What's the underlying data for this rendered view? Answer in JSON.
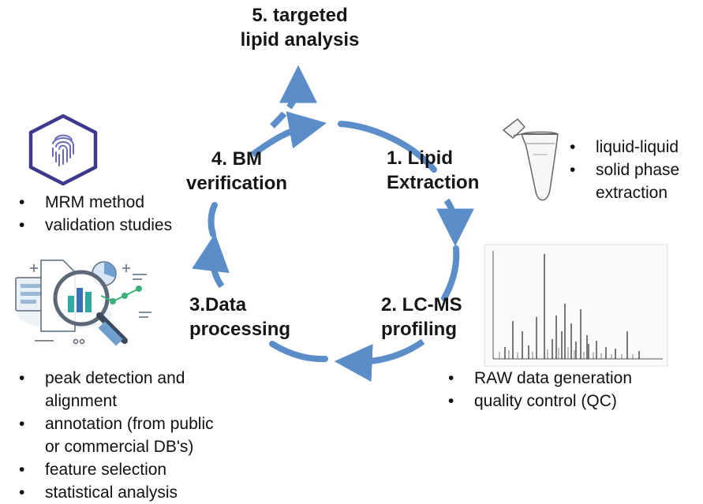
{
  "steps": {
    "s5_line1": "5. targeted",
    "s5_line2": "lipid analysis",
    "s1_line1": "1. Lipid",
    "s1_line2": "Extraction",
    "s2_line1": "2. LC-MS",
    "s2_line2": "profiling",
    "s3_line1": "3.Data",
    "s3_line2": "processing",
    "s4_line1": "4. BM",
    "s4_line2": "verification"
  },
  "extraction_bullets": [
    "liquid-liquid",
    "solid phase",
    "extraction"
  ],
  "verification_bullets": [
    "MRM method",
    "validation studies"
  ],
  "profiling_bullets": [
    "RAW data generation",
    "quality control (QC)"
  ],
  "processing_bullets": [
    "peak detection and",
    "alignment",
    "annotation (from public",
    "or commercial DB's)",
    "feature selection",
    "statistical analysis"
  ],
  "colors": {
    "arrow": "#5b8dc9",
    "badge": "#3b3a8f",
    "text": "#161616"
  },
  "icons": {
    "verification": "fingerprint-badge-icon",
    "extraction": "microcentrifuge-tube-icon",
    "profiling": "mass-spectrum-image",
    "processing": "data-analysis-illustration"
  }
}
